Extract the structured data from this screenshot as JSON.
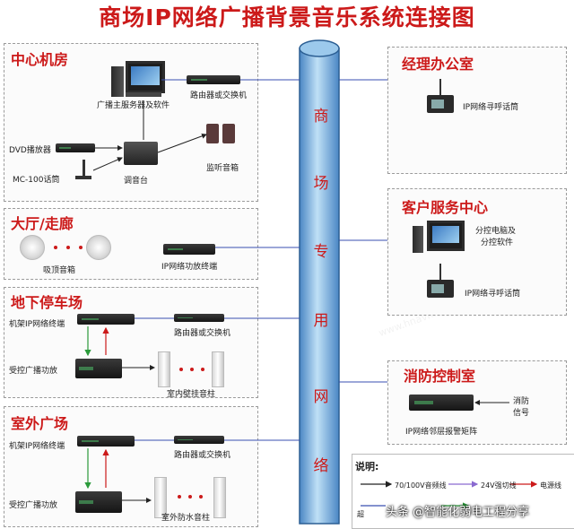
{
  "title": "商场IP网络广播背景音乐系统连接图",
  "network_label": [
    "商",
    "场",
    "专",
    "用",
    "网",
    "络"
  ],
  "panels": {
    "center": {
      "title": "中心机房",
      "server": "广播主服务器及软件",
      "router": "路由器或交换机",
      "dvd": "DVD播放器",
      "mic": "MC-100话筒",
      "mixer": "调音台",
      "monitor": "监听音箱"
    },
    "hall": {
      "title": "大厅/走廊",
      "speaker": "吸顶音箱",
      "terminal": "IP网络功放终端"
    },
    "parking": {
      "title": "地下停车场",
      "rack": "机架IP网络终端",
      "router": "路由器或交换机",
      "amp": "受控广播功放",
      "column": "室内壁挂音柱"
    },
    "outdoor": {
      "title": "室外广场",
      "rack": "机架IP网络终端",
      "router": "路由器或交换机",
      "amp": "受控广播功放",
      "column": "室外防水音柱"
    },
    "manager": {
      "title": "经理办公室",
      "pager": "IP网络寻呼话筒"
    },
    "service": {
      "title": "客户服务中心",
      "pc": "分控电脑及分控软件",
      "pc_line1": "分控电脑及",
      "pc_line2": "分控软件",
      "pager": "IP网络寻呼话筒"
    },
    "fire": {
      "title": "消防控制室",
      "matrix": "IP网络邻层报警矩阵",
      "signal_line1": "消防",
      "signal_line2": "信号"
    }
  },
  "legend": {
    "title": "说明:",
    "items": [
      {
        "label": "70/100V音频线",
        "color": "#222222"
      },
      {
        "label": "24V强切线",
        "color": "#8a6ad0"
      },
      {
        "label": "电源线",
        "color": "#cc1a1a"
      },
      {
        "label": "超",
        "color": "#3a4fb0"
      },
      {
        "label": "",
        "color": "#2a9a3a"
      }
    ]
  },
  "colors": {
    "title": "#cc1a1a",
    "pipe": "#6fa8d8",
    "network_line": "#3a4fb0",
    "audio_line": "#222222",
    "control_line": "#2a9a3a",
    "power_line": "#cc1a1a"
  },
  "credit": "头条 @智能化弱电工程分享"
}
